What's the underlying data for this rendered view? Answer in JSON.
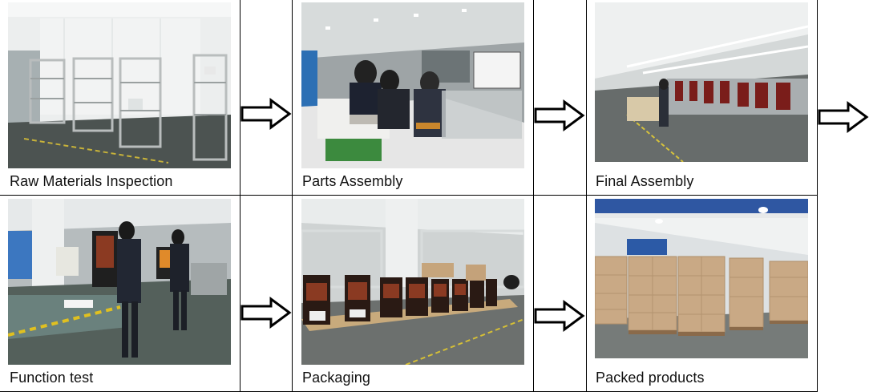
{
  "steps": [
    {
      "caption": "Raw Materials Inspection"
    },
    {
      "caption": "Parts Assembly"
    },
    {
      "caption": "Final Assembly"
    },
    {
      "caption": "Function test"
    },
    {
      "caption": "Packaging"
    },
    {
      "caption": "Packed products"
    }
  ],
  "arrows": [
    "right-arrow-icon",
    "right-arrow-icon",
    "right-arrow-icon",
    "right-arrow-icon",
    "right-arrow-icon"
  ],
  "colors": {
    "line": "#000000",
    "floor": "#5f6462",
    "wall": "#e8ecee",
    "box": "#c9a985",
    "machine": "#3a1e14"
  }
}
